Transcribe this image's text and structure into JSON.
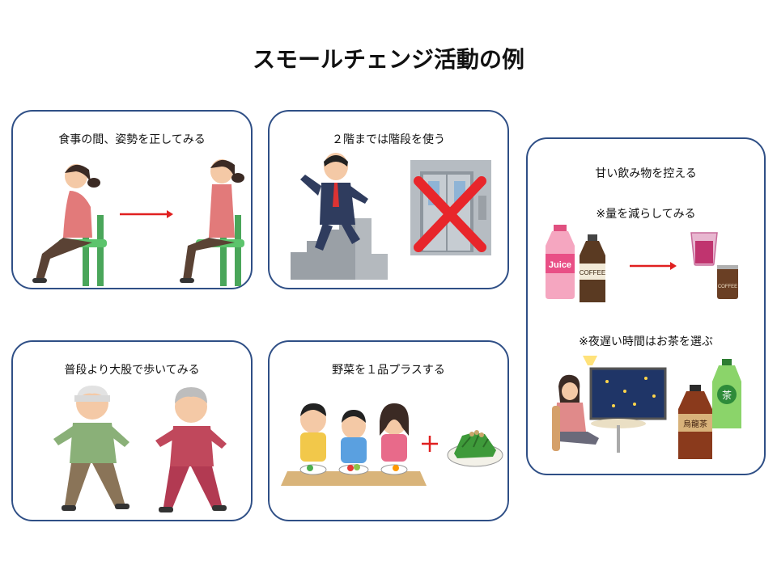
{
  "title": "スモールチェンジ活動の例",
  "cards": {
    "posture": {
      "label": "食事の間、姿勢を正してみる"
    },
    "stairs": {
      "label": "２階までは階段を使う"
    },
    "drinks": {
      "label": "甘い飲み物を控える",
      "note1": "※量を減らしてみる",
      "note2": "※夜遅い時間はお茶を選ぶ",
      "juice_text": "Juice",
      "coffee_text": "COFFEE",
      "can_text": "COFFEE",
      "oolong_text": "烏龍茶",
      "tea_text": "茶"
    },
    "walk": {
      "label": "普段より大股で歩いてみる"
    },
    "veg": {
      "label": "野菜を１品プラスする"
    }
  },
  "colors": {
    "border": "#2f4f86",
    "arrow": "#e02020",
    "cross": "#e8262b"
  }
}
